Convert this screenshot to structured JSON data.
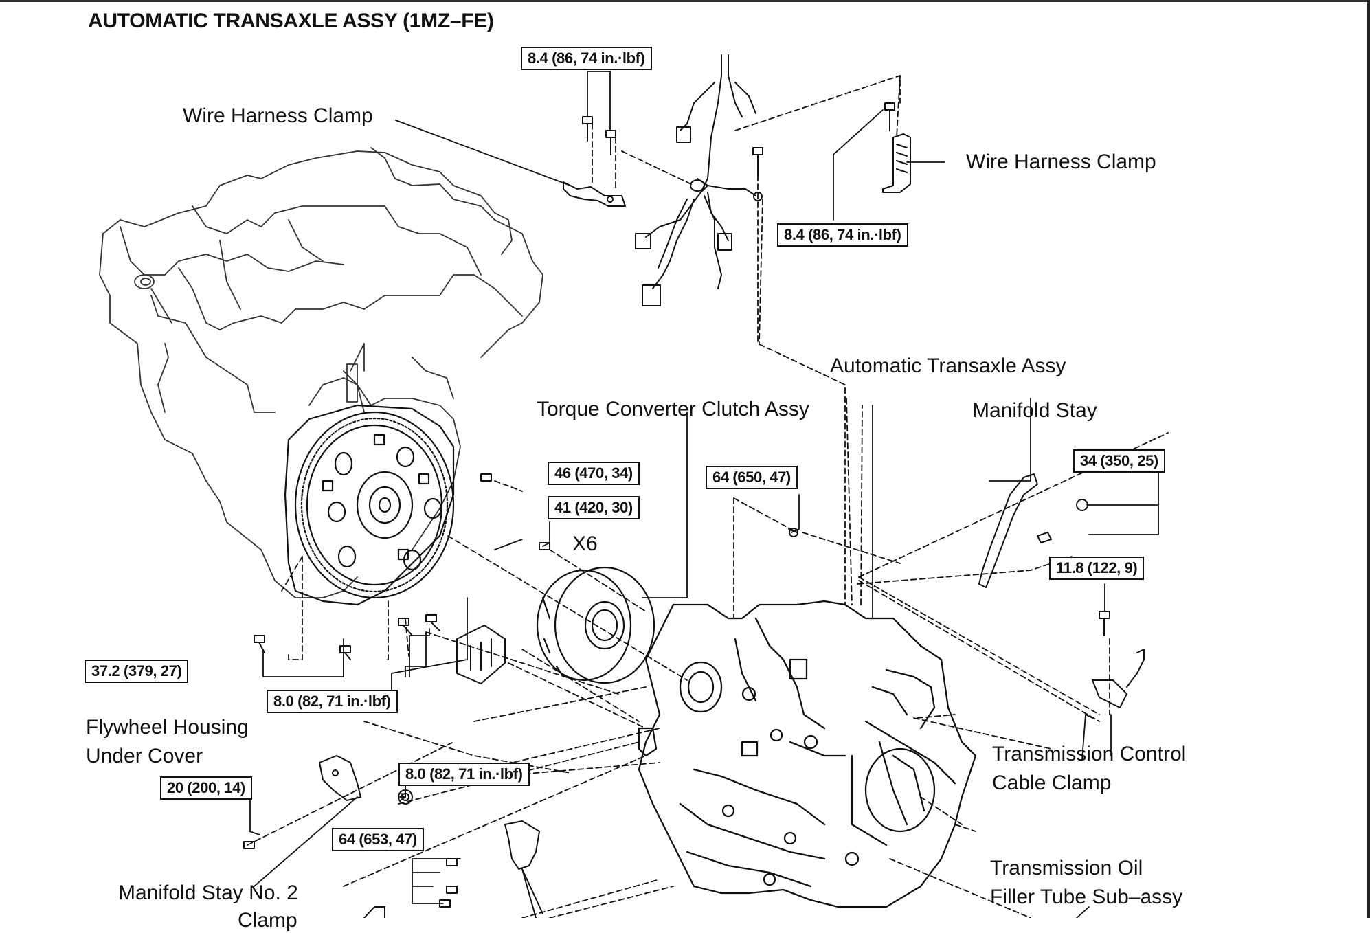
{
  "title": "AUTOMATIC TRANSAXLE ASSY (1MZ–FE)",
  "labels": {
    "wire_harness_clamp_left": "Wire Harness Clamp",
    "wire_harness_clamp_right": "Wire Harness Clamp",
    "automatic_transaxle_assy": "Automatic Transaxle Assy",
    "torque_converter_clutch_assy": "Torque Converter Clutch Assy",
    "manifold_stay": "Manifold Stay",
    "x6": "X6",
    "flywheel_housing_under_cover_1": "Flywheel Housing",
    "flywheel_housing_under_cover_2": "Under Cover",
    "transmission_control_cable_clamp_1": "Transmission Control",
    "transmission_control_cable_clamp_2": "Cable Clamp",
    "transmission_oil_filler_1": "Transmission Oil",
    "transmission_oil_filler_2": "Filler Tube Sub–assy",
    "manifold_stay_no2": "Manifold Stay No. 2",
    "clamp_partial": "Clamp"
  },
  "torques": {
    "top_center": "8.4 (86, 74 in.·lbf)",
    "right_harness": "8.4 (86, 74 in.·lbf)",
    "t46": "46 (470, 34)",
    "t41": "41 (420, 30)",
    "t64_650": "64 (650, 47)",
    "t34": "34 (350, 25)",
    "t11_8": "11.8 (122, 9)",
    "t37_2": "37.2 (379, 27)",
    "t8_0_a": "8.0 (82, 71 in.·lbf)",
    "t8_0_b": "8.0 (82, 71 in.·lbf)",
    "t20": "20 (200, 14)",
    "t64_653": "64 (653, 47)"
  }
}
